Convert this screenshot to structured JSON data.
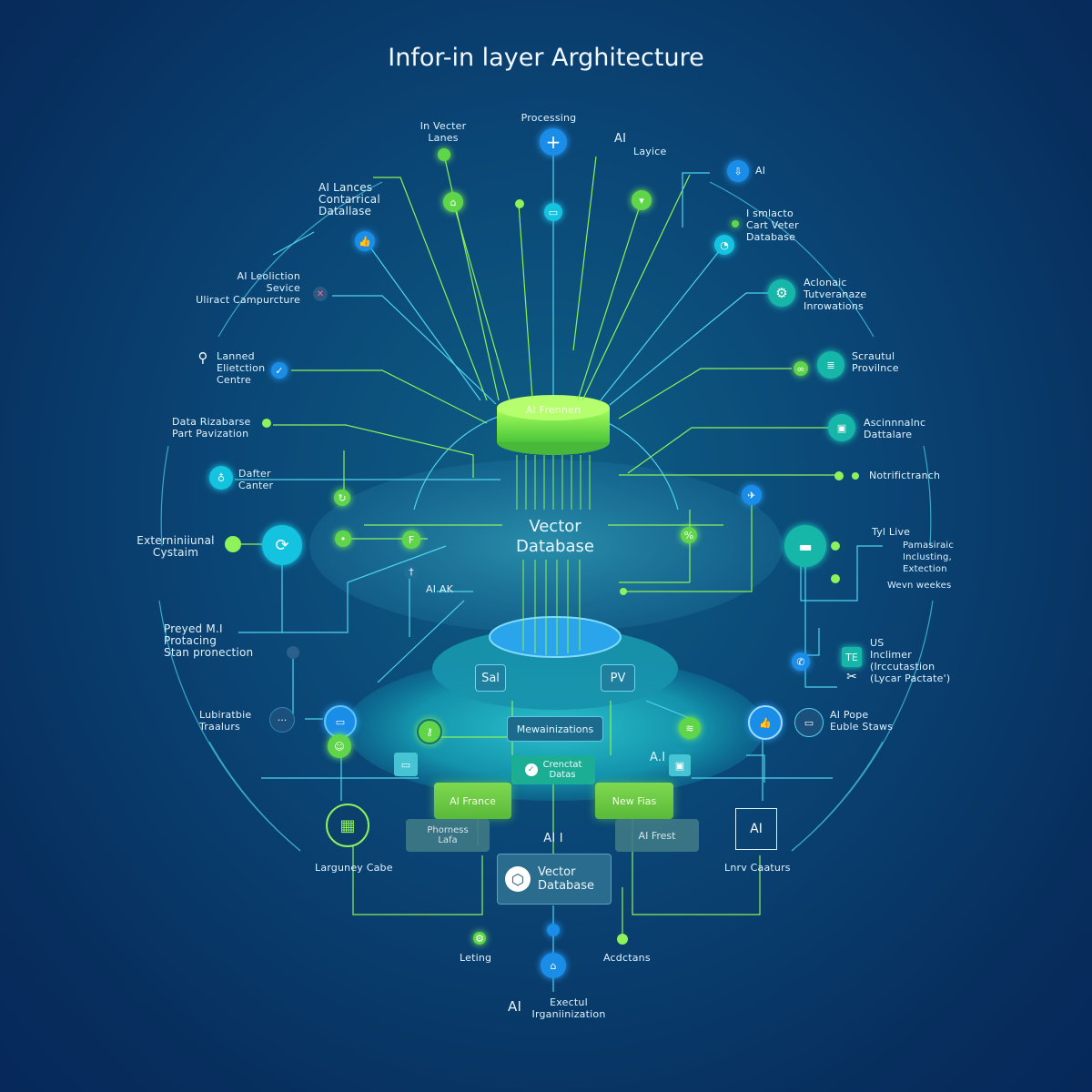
{
  "title": "Infor-in layer Arghitecture",
  "center": {
    "top_cylinder": "AI Frennen",
    "main_label": "Vector\nDatabase",
    "left_pill": "Sal",
    "right_pill": "PV",
    "meta_box": "Mewainizations",
    "cred_box": "Crenctat\nDatas",
    "ai_frace": "AI France",
    "new_fias": "New Fias",
    "phorness": "Phorness\nLafa",
    "ai_frest": "AI Frest",
    "ai_center": "AI I",
    "vector_box": "Vector\nDatabase",
    "ai_ak": "AI AK",
    "ai_right": "A.I"
  },
  "labels": {
    "in_vector": "In Vecter\nLanes",
    "processing": "Processing",
    "ai_top": "AI",
    "layice": "Layice",
    "ai_topright": "AI",
    "i_smlacto": "I smlacto\nCart Veter\nDatabase",
    "ai_lances": "AI Lances\nContarrical\nDatallase",
    "ai_leoliction": "AI Leoliction\nSevice\nUliract Campurcture",
    "aclonaic": "Aclonaic\nTutveranaze\nInrowations",
    "lanned": "Lanned\nElietction\nCentre",
    "scrautul": "Scrautul\nProvilnce",
    "data_rizabarse": "Data Rizabarse\nPart Pavization",
    "ascinnnalnc": "Ascinnnalnc\nDattalare",
    "dafter": "Dafter\nCanter",
    "notrifictranch": "Notrifictranch",
    "externiniiunal": "Externiniiunal\nCystaim",
    "tyl_live": "Tyl  Live",
    "pamasiraic": "Pamasiraic",
    "inclusting": "Inclusting,",
    "extection": "Extection",
    "wevn_weekes": "Wevn weekes",
    "preyed": "Preyed M.I\nProtacing\nStan pronection",
    "us_inclimer": "US\nInclimer\n(Irccutastion\n(Lycar Pactate')",
    "lubiratbie": "Lubiratbie\nTraalurs",
    "ai_pope": "AI Pope\nEuble Staws",
    "larguney": "Larguney Cabe",
    "lnrv_caaturs": "Lnrv Caaturs",
    "lnrv_box": "AI",
    "leting": "Leting",
    "acdctans": "Acdctans",
    "exectul_ai": "AI",
    "exectul": "Exectul\nIrganiinization"
  },
  "colors": {
    "line_green": "#8ef25a",
    "line_cyan": "#4fd4f0",
    "platform": "#22b6c8"
  }
}
